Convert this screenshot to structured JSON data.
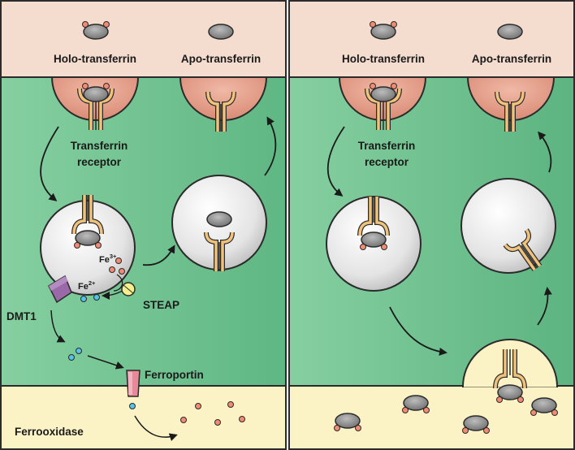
{
  "labels": {
    "holo_left": "Holo-transferrin",
    "apo_left": "Apo-transferrin",
    "holo_right": "Holo-transferrin",
    "apo_right": "Apo-transferrin",
    "receptor_left_line1": "Transferrin",
    "receptor_left_line2": "receptor",
    "receptor_right_line1": "Transferrin",
    "receptor_right_line2": "receptor",
    "fe3_base": "Fe",
    "fe3_sup": "3+",
    "fe2_base": "Fe",
    "fe2_sup": "2+",
    "steap": "STEAP",
    "dmt1": "DMT1",
    "ferroportin": "Ferroportin",
    "ferrooxidase": "Ferrooxidase"
  },
  "colors": {
    "outline": "#2b2b2b",
    "cell_green": "#6cc08e",
    "cell_green_light": "#8fd3a8",
    "extracellular_top": "#f4dccf",
    "extracellular_bottom": "#fbf3c6",
    "pit_fill": "#e7a592",
    "receptor": "#f0c27b",
    "iron_fe3": "#f28b73",
    "iron_fe2": "#55c2e8",
    "transferrin": "#8c8c8c",
    "vesicle": "#e6e6e6",
    "steap": "#f5ef8e",
    "dmt1": "#9a6aa8",
    "ferroportin": "#e8899a"
  },
  "icons": [
    "holo-transferrin-icon",
    "apo-transferrin-icon",
    "transferrin-receptor-icon",
    "endosome-icon",
    "iron-ion-icon",
    "dmt1-transporter-icon",
    "ferroportin-icon",
    "steap-icon",
    "arrow-icon"
  ]
}
